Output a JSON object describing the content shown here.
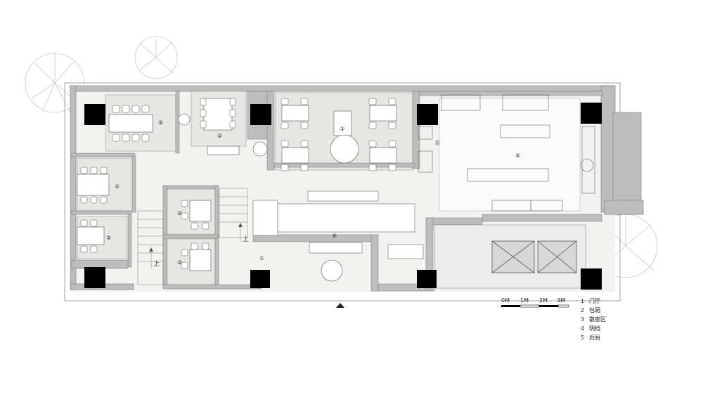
{
  "zone_markers": {
    "entrance": "①",
    "private_room": "②",
    "dining_area": "③",
    "open_kitchen": "④",
    "back_kitchen": "⑤"
  },
  "stair_label": "上",
  "scale": {
    "ticks": [
      "0M",
      "1M",
      "2M",
      "3M"
    ]
  },
  "legend": [
    {
      "num": "1",
      "text": "门厅"
    },
    {
      "num": "2",
      "text": "包厢"
    },
    {
      "num": "3",
      "text": "散座区"
    },
    {
      "num": "4",
      "text": "明档"
    },
    {
      "num": "5",
      "text": "后厨"
    }
  ],
  "colors": {
    "wall": "#bdbdbd",
    "column": "#000000",
    "floor_light": "#f2f2f0",
    "room_floor": "#e6e6e2",
    "line": "#555555"
  }
}
